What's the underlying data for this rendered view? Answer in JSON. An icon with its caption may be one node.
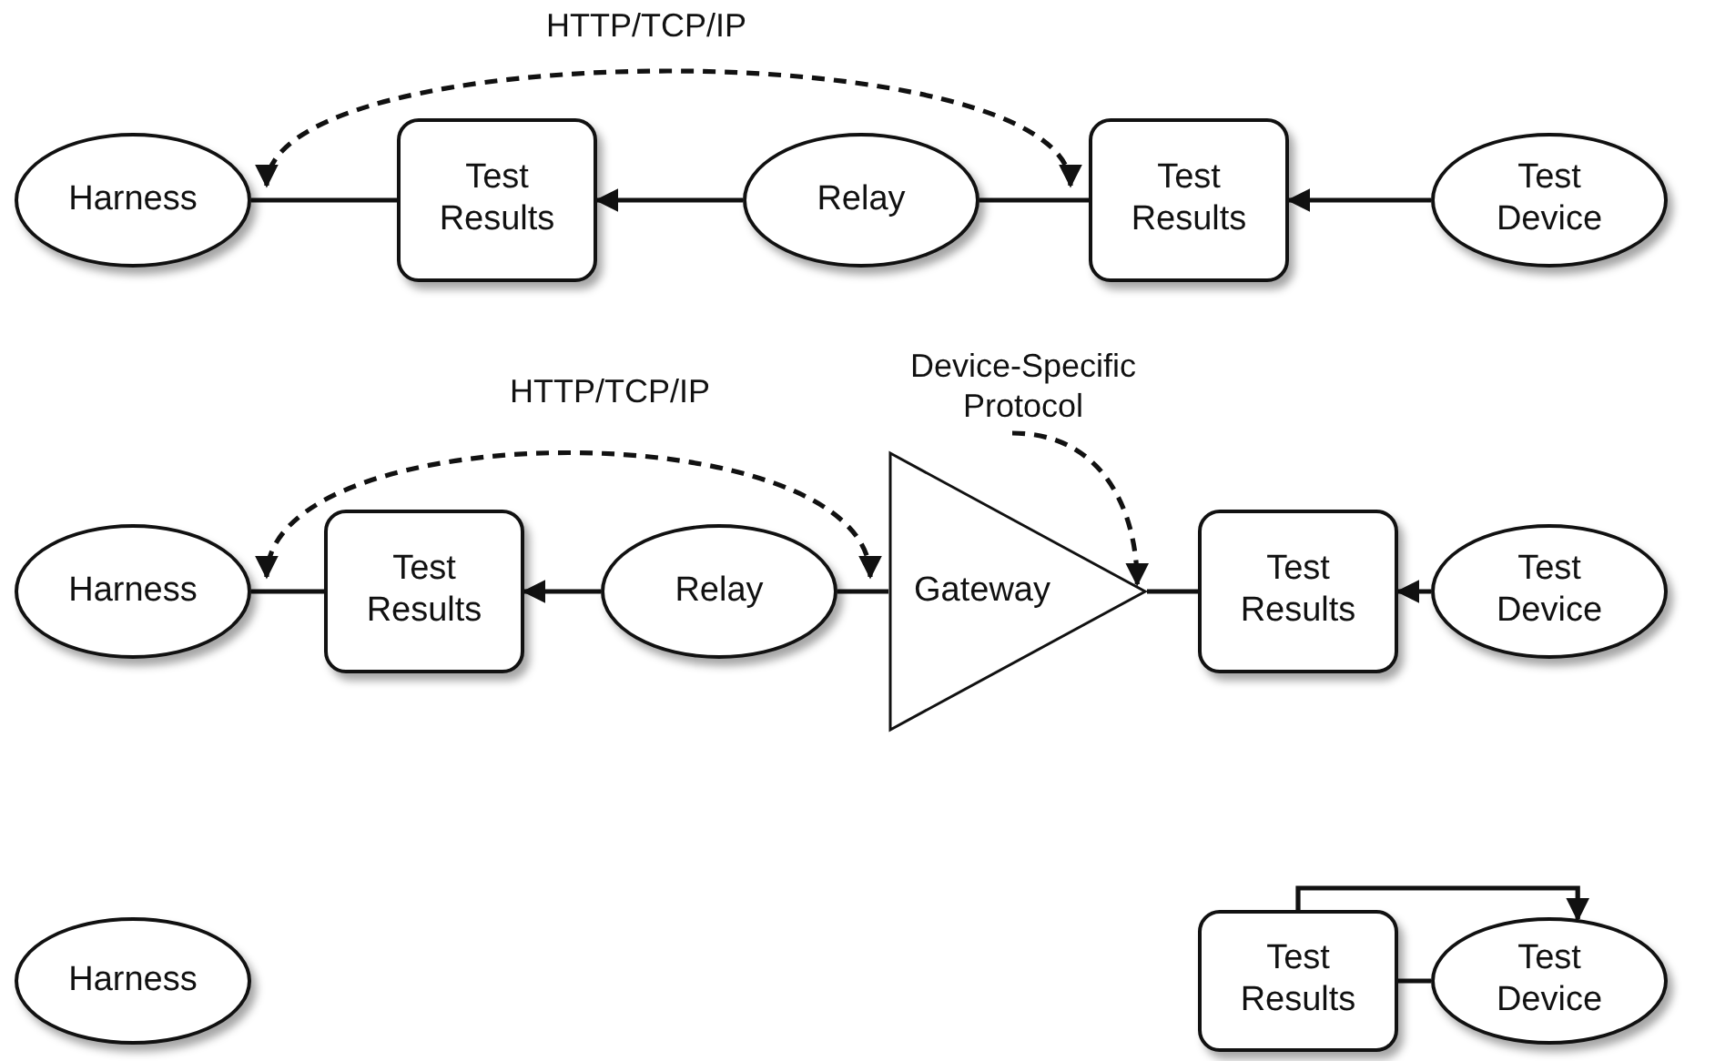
{
  "diagram": {
    "nodes": [
      {
        "text": [
          "Harness"
        ]
      },
      {
        "text": [
          "Test Results"
        ]
      },
      {
        "text": [
          "Relay"
        ]
      },
      {
        "text": [
          "Test Results"
        ]
      },
      {
        "text": [
          "Test Device"
        ]
      },
      {
        "text": [
          "Harness"
        ]
      },
      {
        "text": [
          "Test Results"
        ]
      },
      {
        "text": [
          "Relay"
        ]
      },
      {
        "text": [
          "Gateway"
        ]
      },
      {
        "text": [
          "Device-Specific Protocol"
        ]
      },
      {
        "text": [
          "Test Results"
        ]
      },
      {
        "text": [
          "Test Device"
        ]
      },
      {
        "text": [
          "Harness"
        ]
      },
      {
        "text": [
          "Test Results"
        ]
      },
      {
        "text": [
          "Test Device"
        ]
      }
    ],
    "edges": [
      {
        "from": 0,
        "to": 1,
        "arrow": "none"
      },
      {
        "from": 2,
        "to": 1,
        "arrow": "to"
      },
      {
        "from": 2,
        "to": 3,
        "arrow": "none"
      },
      {
        "from": 4,
        "to": 3,
        "arrow": "to"
      },
      {
        "from": 3,
        "to": 0,
        "arrow": "both",
        "style": "dashed",
        "label": "HTTP/TCP/IP"
      },
      {
        "from": 5,
        "to": 6,
        "arrow": "none"
      },
      {
        "from": 7,
        "to": 6,
        "arrow": "to"
      },
      {
        "from": 7,
        "to": 8,
        "arrow": "none"
      },
      {
        "from": 8,
        "to": 10,
        "arrow": "none"
      },
      {
        "from": 11,
        "to": 10,
        "arrow": "to"
      },
      {
        "from": 8,
        "to": 5,
        "arrow": "both",
        "style": "dashed",
        "label": "HTTP/TCP/IP"
      },
      {
        "from": 9,
        "to": 8,
        "arrow": "to",
        "style": "dashed"
      },
      {
        "from": 13,
        "to": 14,
        "arrow": "none"
      },
      {
        "from": 13,
        "to": 14,
        "arrow": "to"
      }
    ]
  }
}
